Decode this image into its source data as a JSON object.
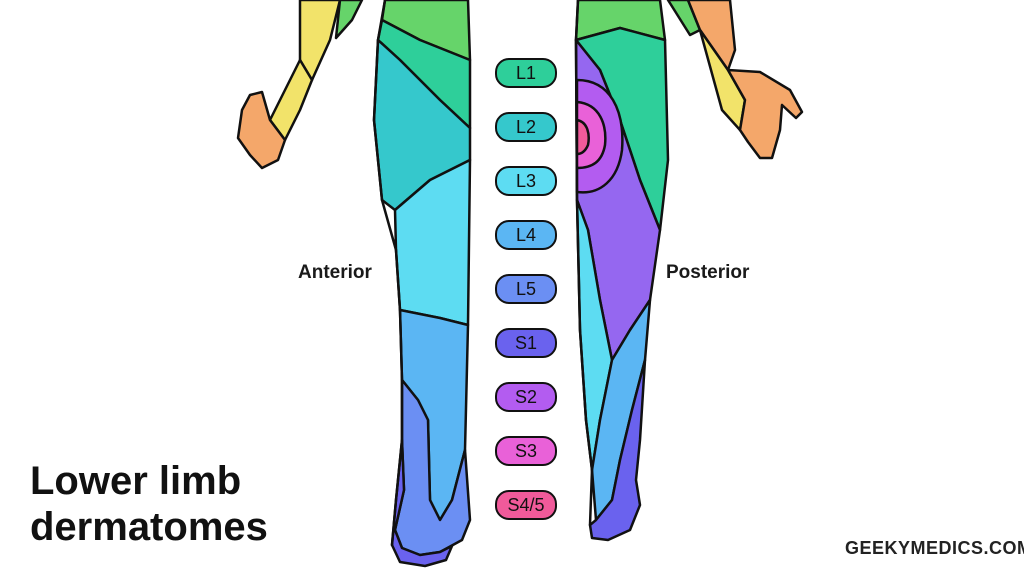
{
  "labels": {
    "anterior": "Anterior",
    "posterior": "Posterior"
  },
  "title": {
    "line1": "Lower limb",
    "line2": "dermatomes"
  },
  "brand": "GEEKYMEDICS.COM",
  "dermatomes": [
    {
      "label": "L1",
      "color": "#2ecf9a"
    },
    {
      "label": "L2",
      "color": "#35c8cc"
    },
    {
      "label": "L3",
      "color": "#5ddcf2"
    },
    {
      "label": "L4",
      "color": "#5bb6f3"
    },
    {
      "label": "L5",
      "color": "#6b8ff3"
    },
    {
      "label": "S1",
      "color": "#6a62ee"
    },
    {
      "label": "S2",
      "color": "#b35cf0"
    },
    {
      "label": "S3",
      "color": "#e961d8"
    },
    {
      "label": "S4/5",
      "color": "#f05a9a"
    }
  ],
  "arm_colors": {
    "hand": "#f4a76a",
    "forearm": "#f2e36a",
    "trunk": "#66d46a"
  }
}
